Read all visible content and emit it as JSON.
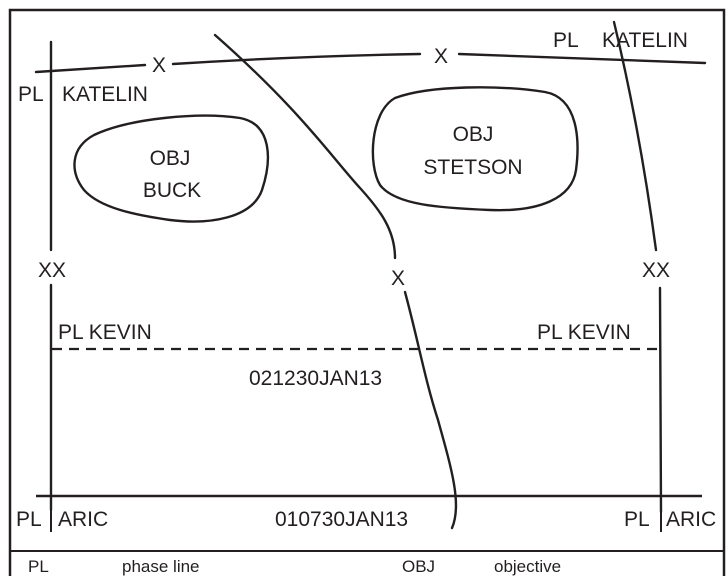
{
  "colors": {
    "ink": "#231f20",
    "background": "#ffffff"
  },
  "phase_lines": {
    "katelin_left": {
      "pl": "PL",
      "name": "KATELIN"
    },
    "katelin_right": {
      "pl": "PL",
      "name": "KATELIN"
    },
    "kevin_left": "PL KEVIN",
    "kevin_right": "PL KEVIN",
    "aric_left": {
      "pl": "PL",
      "name": "ARIC"
    },
    "aric_right": {
      "pl": "PL",
      "name": "ARIC"
    }
  },
  "boundary_symbols": {
    "top_left": "X",
    "top_right": "X",
    "middle": "X",
    "left_xx": "XX",
    "right_xx": "XX"
  },
  "objectives": {
    "buck": {
      "line1": "OBJ",
      "line2": "BUCK"
    },
    "stetson": {
      "line1": "OBJ",
      "line2": "STETSON"
    }
  },
  "timestamps": {
    "kevin": "021230JAN13",
    "aric": "010730JAN13"
  },
  "legend": [
    {
      "abbr": "PL",
      "meaning": "phase line"
    },
    {
      "abbr": "OBJ",
      "meaning": "objective"
    }
  ]
}
